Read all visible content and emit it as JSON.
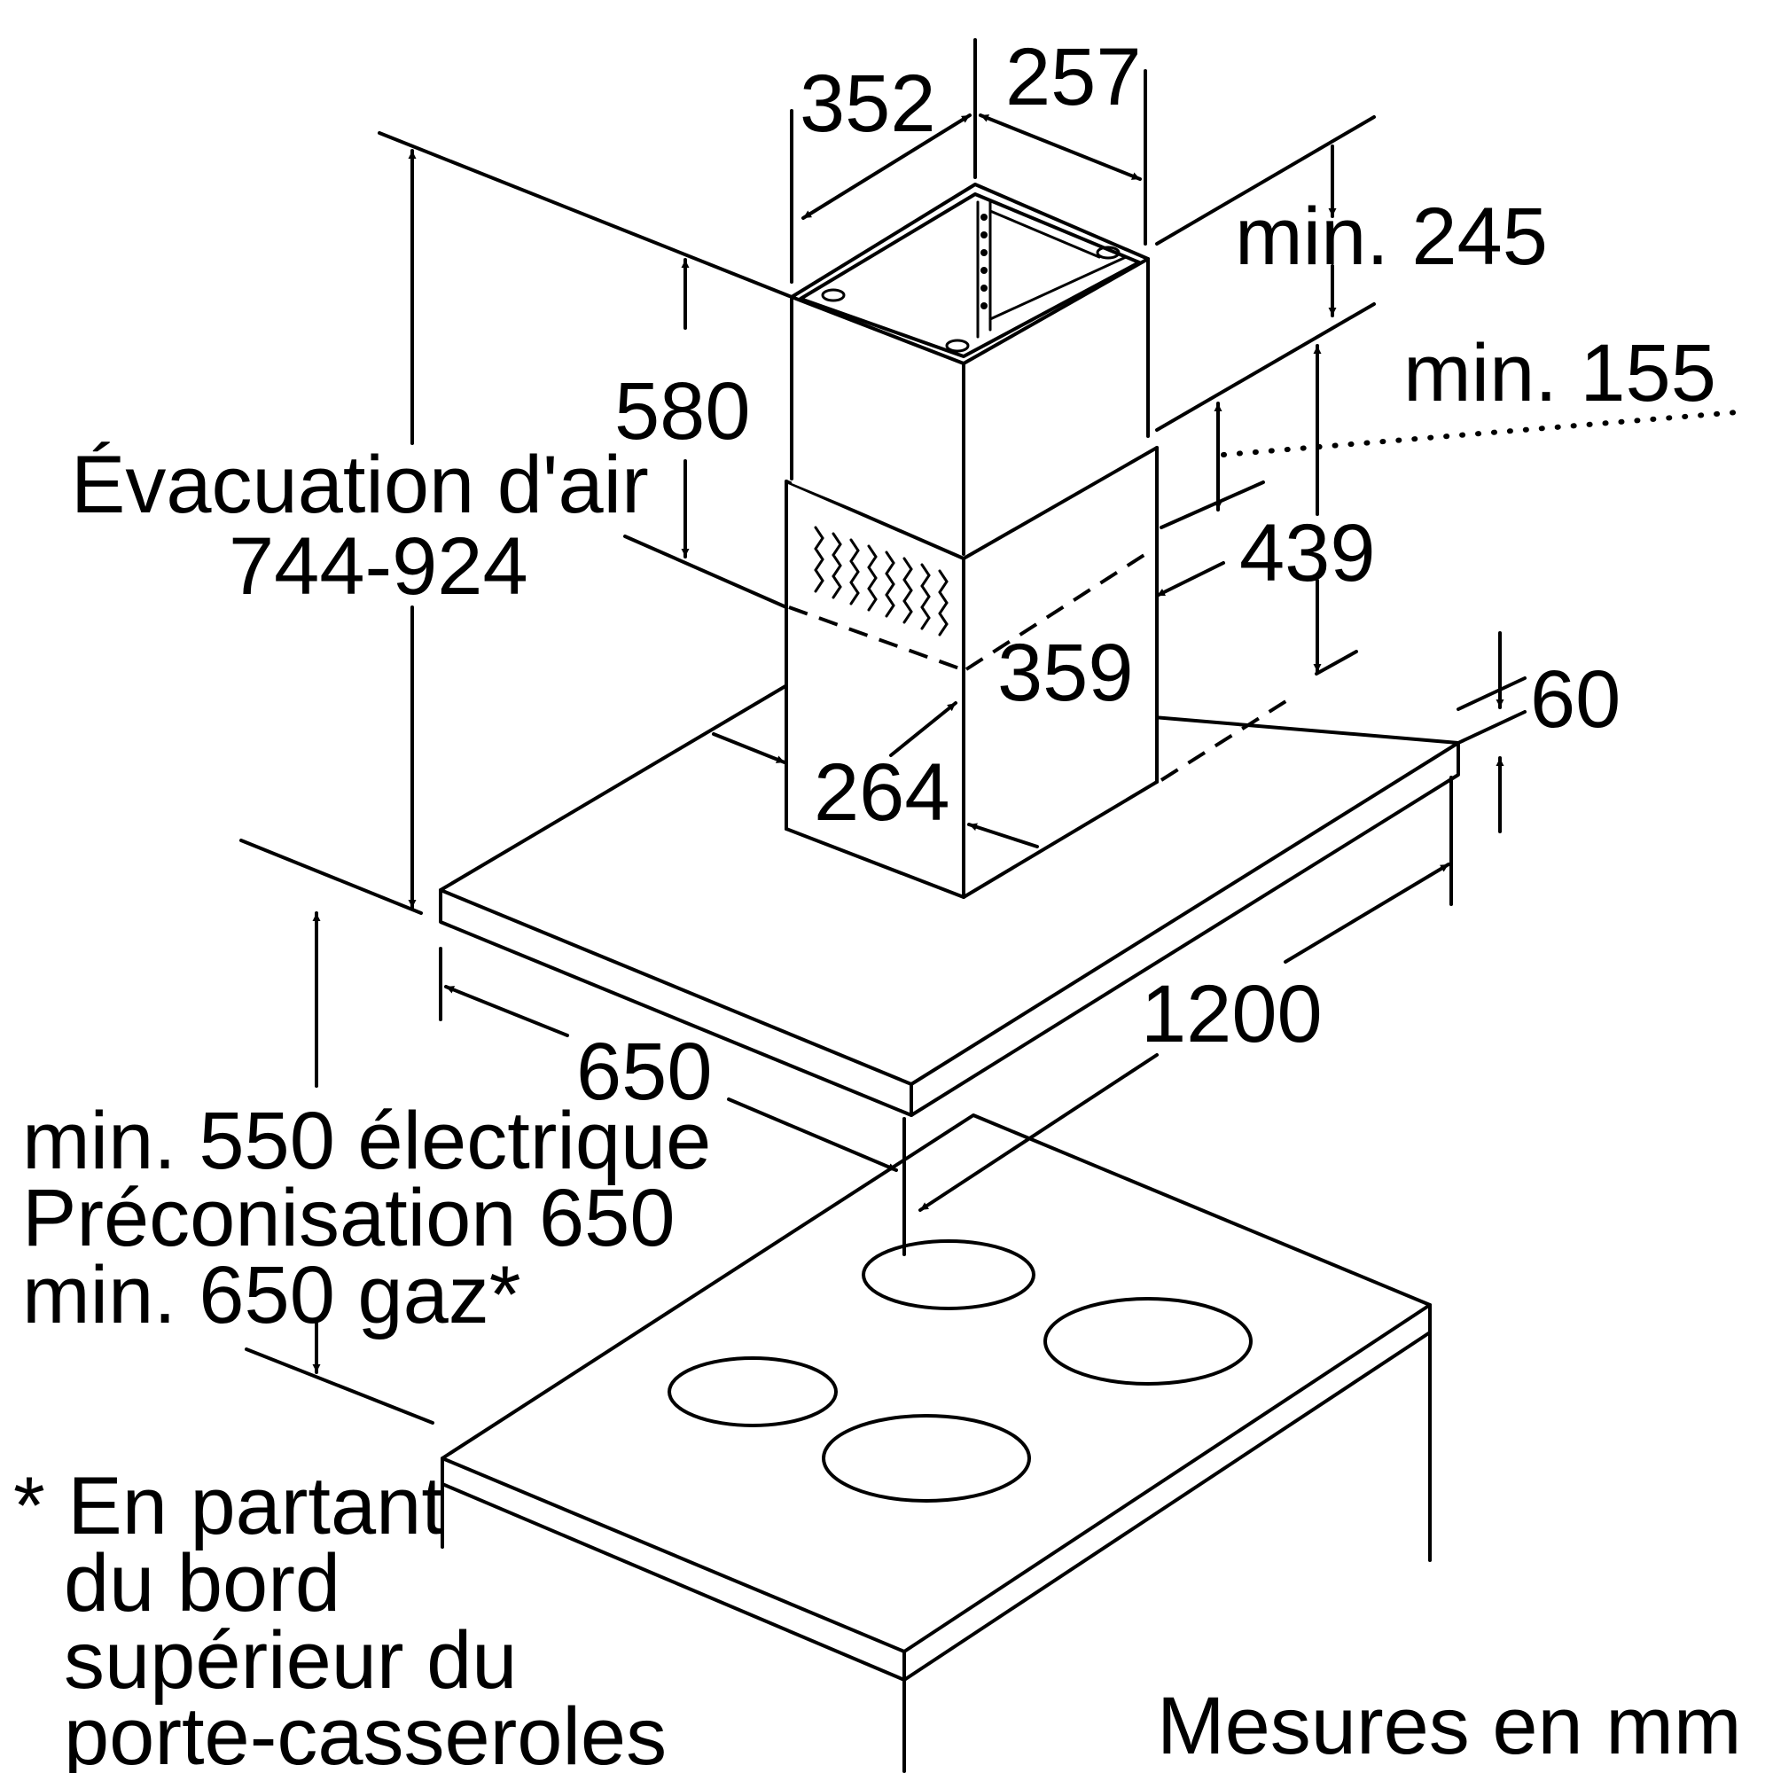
{
  "dimensions": {
    "chimney_depth": "352",
    "chimney_width": "257",
    "upper_gap": "min. 245",
    "lower_gap": "min. 155",
    "upper_chimney_height": "580",
    "air_exhaust_label": "Évacuation d'air",
    "air_exhaust_range": "744-924",
    "lower_chimney_height": "439",
    "lower_chimney_width": "359",
    "lower_chimney_depth": "264",
    "canopy_thickness": "60",
    "hood_width": "1200",
    "hood_depth": "650"
  },
  "clearance": {
    "line1": "min. 550 électrique",
    "line2": "Préconisation 650",
    "line3": "min. 650 gaz*"
  },
  "footnote": {
    "line1": "* En partant",
    "line2": "du bord",
    "line3": "supérieur du",
    "line4": "porte-casseroles"
  },
  "units_note": "Mesures en mm"
}
